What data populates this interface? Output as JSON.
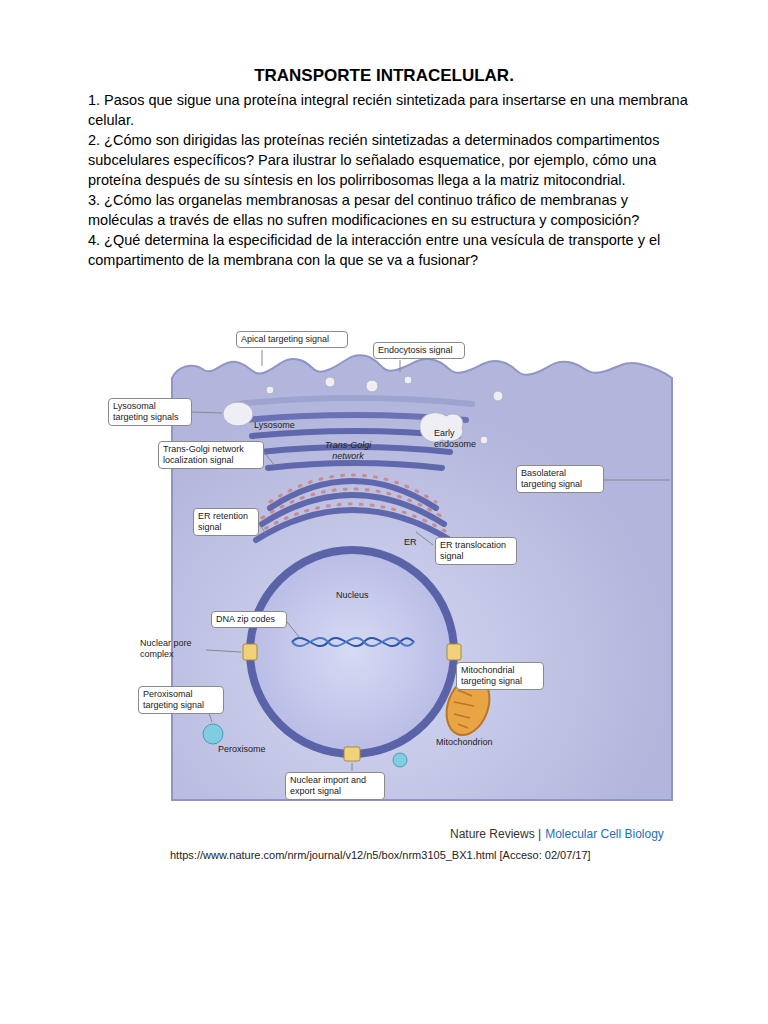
{
  "diagram": {
    "title": "TRANSPORTE INTRACELULAR.",
    "caption": "https://www.nature.com/nrm/journal/v12/n5/box/nrm3105_BX1.html [Acceso: 02/07/17]",
    "nodes": [
      {
        "text": [
          "Apical targeting signal"
        ]
      },
      {
        "text": [
          "Endocytosis signal"
        ]
      },
      {
        "text": [
          "Lysosomal targeting signals"
        ]
      },
      {
        "text": [
          "Trans-Golgi network localization signal"
        ]
      },
      {
        "text": [
          "Basolateral targeting signal"
        ]
      },
      {
        "text": [
          "ER retention signal"
        ]
      },
      {
        "text": [
          "ER translocation signal"
        ]
      },
      {
        "text": [
          "DNA zip codes"
        ]
      },
      {
        "text": [
          "Mitochondrial targeting signal"
        ]
      },
      {
        "text": [
          "Peroxisomal targeting signal"
        ]
      },
      {
        "text": [
          "Nuclear import and export signal"
        ]
      }
    ],
    "edges": [],
    "labels": [
      "1. Pasos que sigue una proteína integral recién sintetizada para insertarse en una membrana celular.",
      "2. ¿Cómo son dirigidas las proteínas recién sintetizadas a determinados compartimentos subcelulares específicos? Para ilustrar lo señalado esquematice, por ejemplo, cómo una proteína después de su síntesis en los polirribosomas llega a la matriz mitocondrial.",
      "3. ¿Cómo las organelas membranosas a pesar del continuo tráfico de membranas y moléculas a través de ellas no sufren modificaciones en su estructura y composición?",
      "4. ¿Qué determina la especificidad de la interacción entre una vesícula de transporte y el compartimento de la membrana con la que se va a fusionar?",
      "Lysosome",
      "Trans-Golgi network",
      "Early endosome",
      "ER",
      "Nucleus",
      "Nuclear pore complex",
      "Peroxisome",
      "Mitochondrion",
      "Nature Reviews |",
      "Molecular Cell Biology"
    ]
  }
}
